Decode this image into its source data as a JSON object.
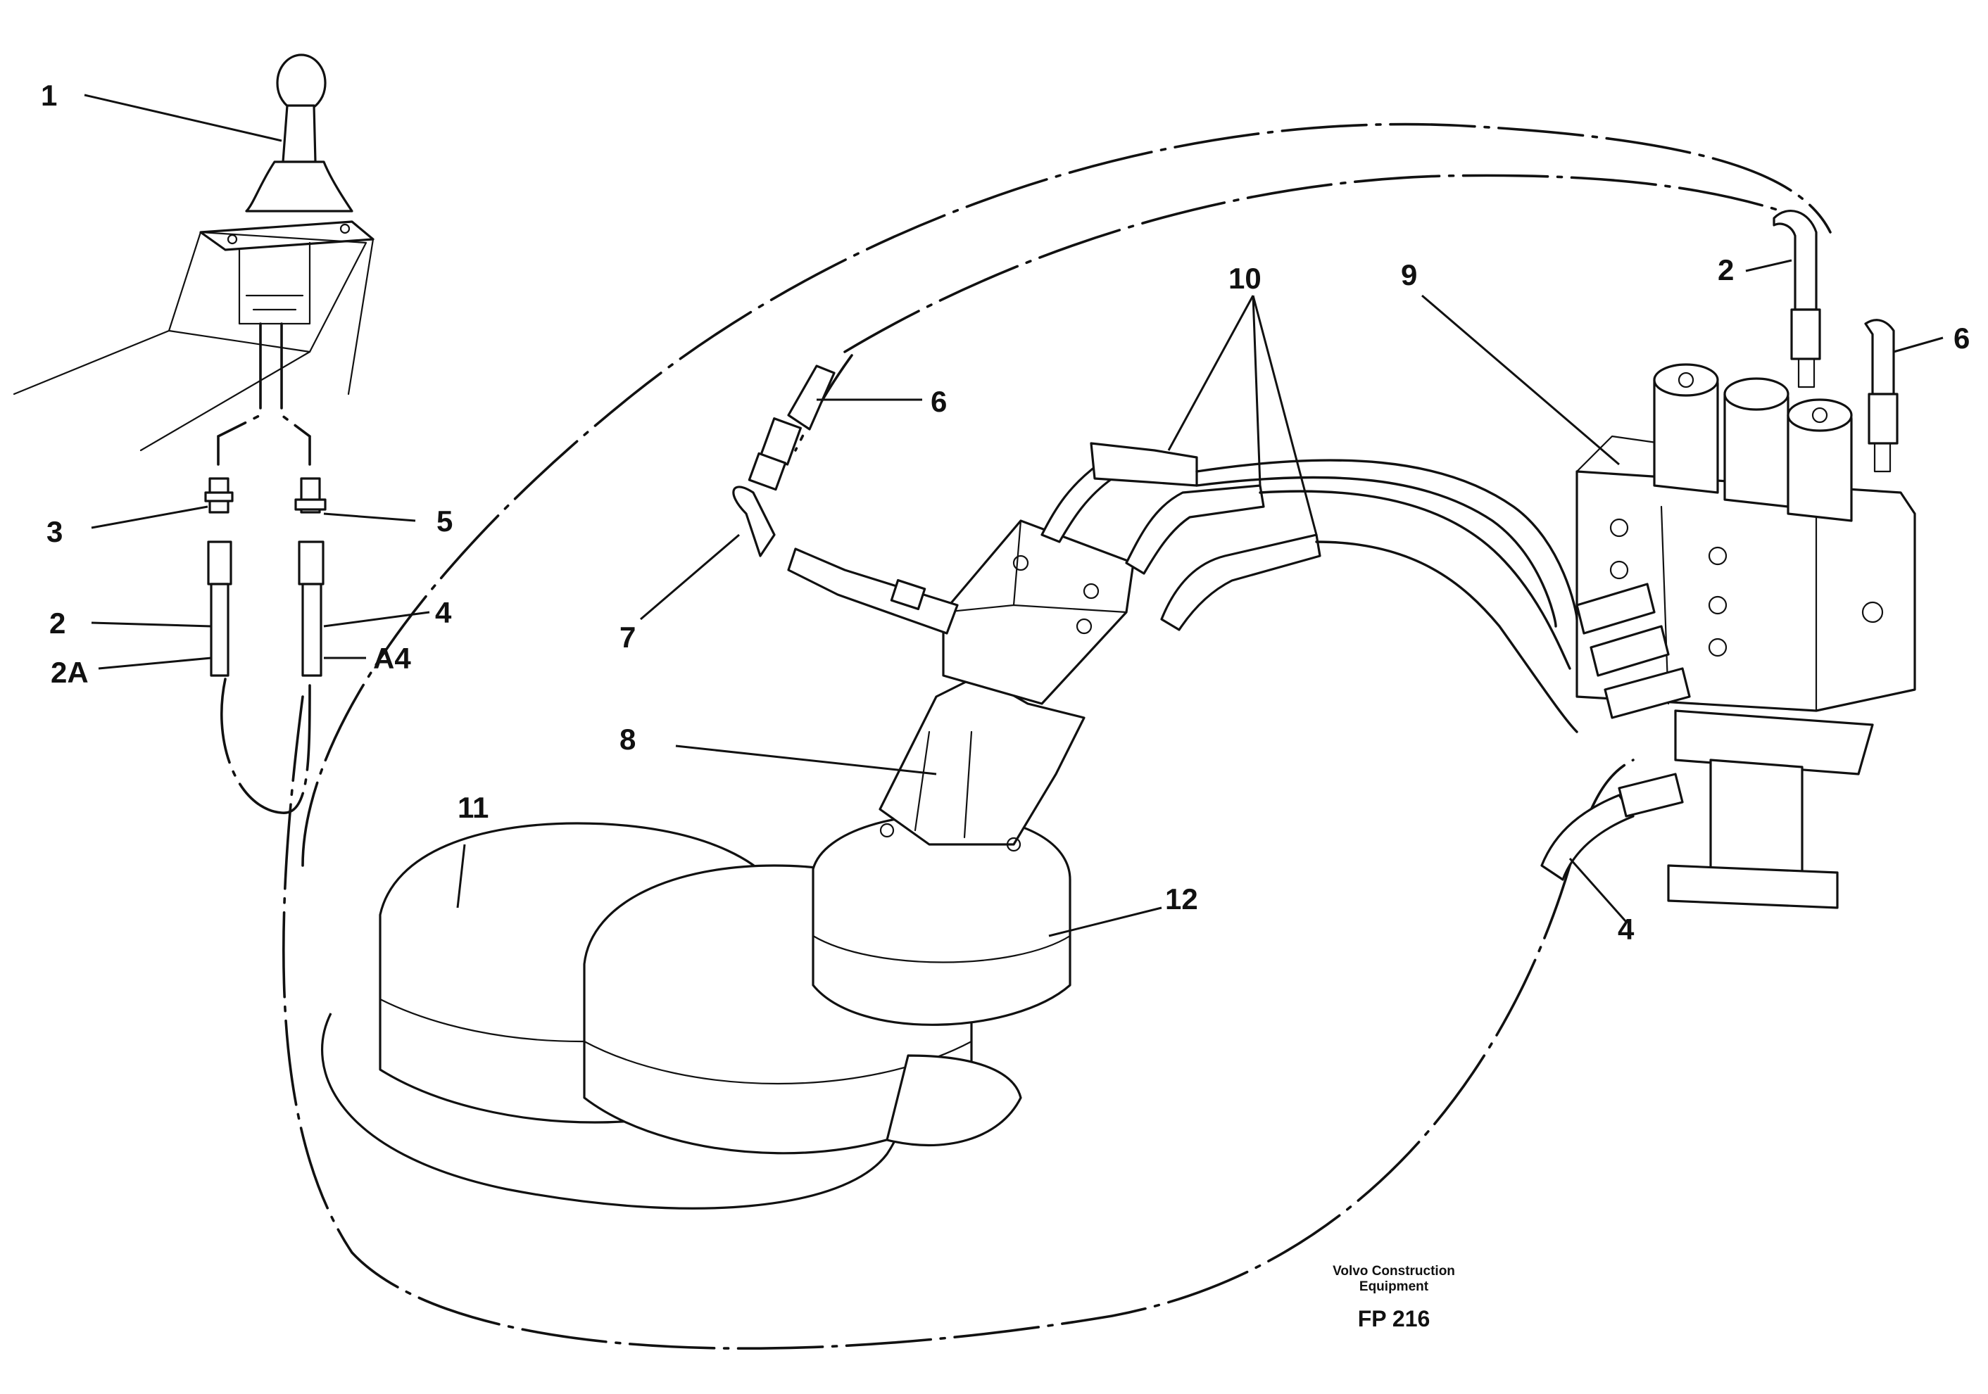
{
  "callouts": {
    "c1": "1",
    "c2_left": "2",
    "c2a": "2A",
    "c3": "3",
    "c4_left": "4",
    "ca4": "A4",
    "c5": "5",
    "c6_mid": "6",
    "c7": "7",
    "c8": "8",
    "c9": "9",
    "c10": "10",
    "c11": "11",
    "c12": "12",
    "c2_right": "2",
    "c6_right": "6",
    "c4_right": "4"
  },
  "footer": {
    "maker_line1": "Volvo Construction",
    "maker_line2": "Equipment",
    "figure_code": "FP 216"
  }
}
